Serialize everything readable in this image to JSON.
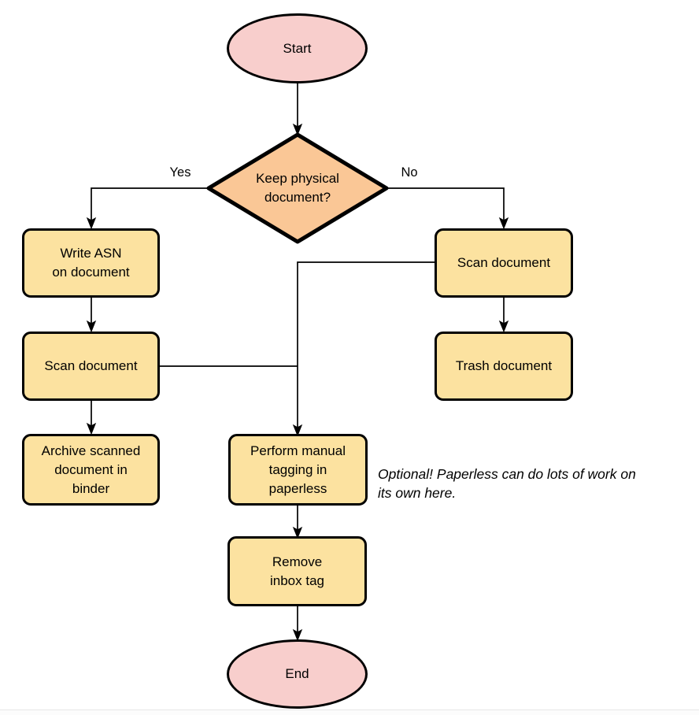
{
  "diagram_type": "flowchart",
  "nodes": {
    "start": {
      "label": "Start",
      "shape": "ellipse",
      "fill": "#f8cecc"
    },
    "keep_physical": {
      "label": "Keep physical\ndocument?",
      "shape": "diamond",
      "fill": "#fac796"
    },
    "write_asn": {
      "label": "Write ASN\non document",
      "shape": "process",
      "fill": "#fce2a0"
    },
    "scan_left": {
      "label": "Scan document",
      "shape": "process",
      "fill": "#fce2a0"
    },
    "archive": {
      "label": "Archive scanned\ndocument in\nbinder",
      "shape": "process",
      "fill": "#fce2a0"
    },
    "scan_right": {
      "label": "Scan document",
      "shape": "process",
      "fill": "#fce2a0"
    },
    "trash": {
      "label": "Trash document",
      "shape": "process",
      "fill": "#fce2a0"
    },
    "tagging": {
      "label": "Perform manual\ntagging in\npaperless",
      "shape": "process",
      "fill": "#fce2a0"
    },
    "remove_inbox": {
      "label": "Remove\ninbox tag",
      "shape": "process",
      "fill": "#fce2a0"
    },
    "end": {
      "label": "End",
      "shape": "ellipse",
      "fill": "#f8cecc"
    }
  },
  "edge_labels": {
    "yes": "Yes",
    "no": "No"
  },
  "annotation": {
    "text": "Optional! Paperless can do lots of work on\nits own here."
  },
  "colors": {
    "terminal_fill": "#f8cecc",
    "decision_fill": "#fac796",
    "process_fill": "#fce2a0",
    "stroke": "#000000",
    "background": "#ffffff"
  }
}
